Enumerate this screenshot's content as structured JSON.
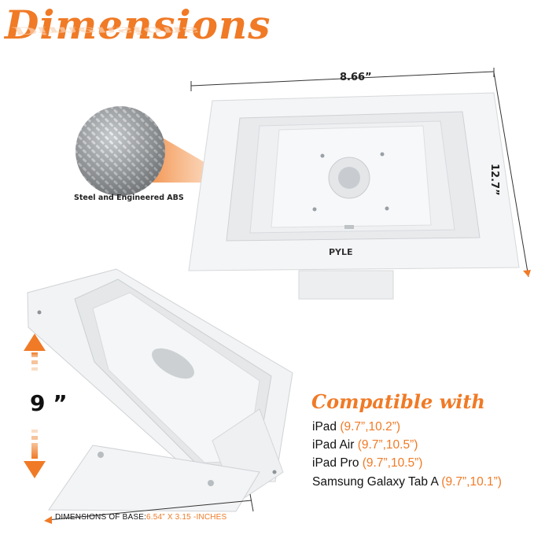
{
  "headline": "Dimensions",
  "dimensions": {
    "width": "8.66”",
    "height": "12.7”",
    "tilt_height": "9 ”",
    "base_label": "DIMENSIONS OF BASE:",
    "base_value": "6.54” X 3.15 -INCHES"
  },
  "material": "Steel and Engineered ABS",
  "brand": "PYLE",
  "compatible": {
    "title": "Compatible with",
    "devices": [
      {
        "name": "iPad ",
        "sizes": "(9.7”,10.2”)"
      },
      {
        "name": "iPad  Air ",
        "sizes": "(9.7”,10.5”)"
      },
      {
        "name": "iPad Pro  ",
        "sizes": "(9.7”,10.5”)"
      },
      {
        "name": "Samsung Galaxy Tab A  ",
        "sizes": "(9.7”,10.1”)"
      }
    ]
  },
  "colors": {
    "accent": "#f07a26"
  }
}
